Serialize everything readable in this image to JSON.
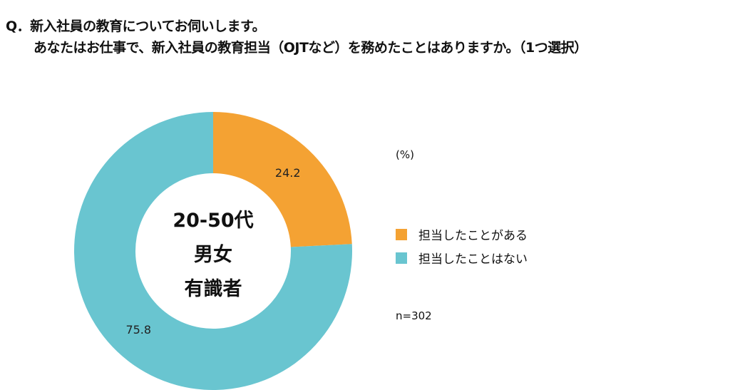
{
  "question": {
    "line1": "Q．新入社員の教育についてお伺いします。",
    "line2": "あなたはお仕事で、新入社員の教育担当（OJTなど）を務めたことはありますか。（1つ選択）"
  },
  "chart_data": {
    "type": "pie",
    "variant": "donut",
    "center_label": [
      "20-50代",
      "男女",
      "有識者"
    ],
    "unit": "(%)",
    "sample": "n=302",
    "slices": [
      {
        "label": "担当したことがある",
        "value": 24.2,
        "value_label": "24.2",
        "color": "#F4A233"
      },
      {
        "label": "担当したことはない",
        "value": 75.8,
        "value_label": "75.8",
        "color": "#69C5D0"
      }
    ],
    "legend_position": "right"
  }
}
